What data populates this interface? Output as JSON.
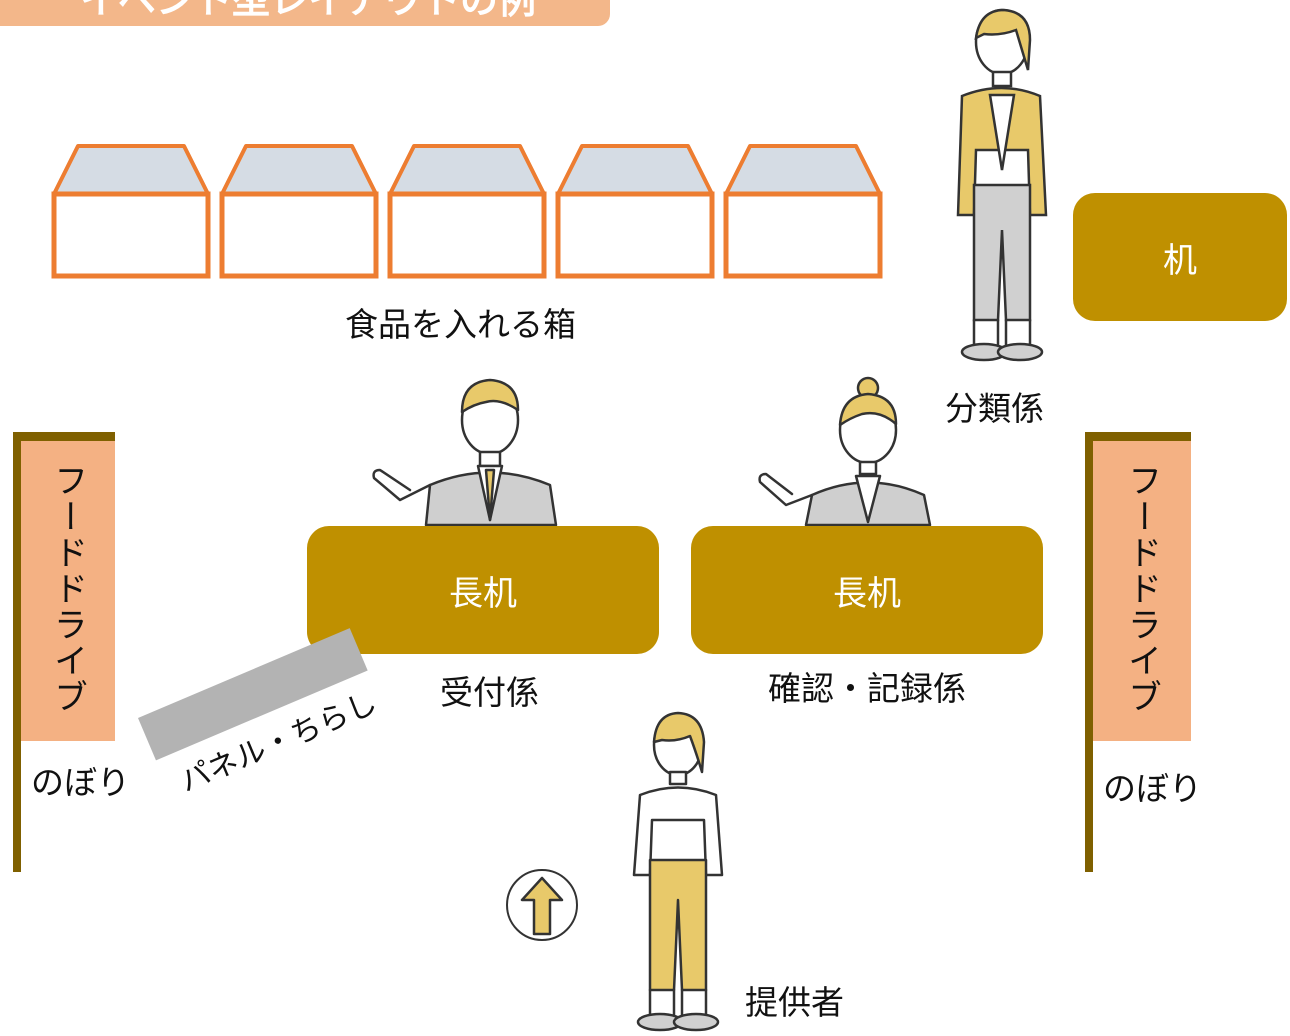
{
  "title": "イベント型レイアウトの例",
  "boxes": {
    "count": 5,
    "label": "食品を入れる箱"
  },
  "desks": {
    "small": "机",
    "left": "長机",
    "right": "長机"
  },
  "roles": {
    "sorter": "分類係",
    "reception": "受付係",
    "checker": "確認・記録係",
    "donor": "提供者"
  },
  "banners": {
    "left_text": "フードドライブ",
    "left_caption": "のぼり",
    "right_text": "フードドライブ",
    "right_caption": "のぼり"
  },
  "panel": {
    "label": "パネル・ちらし"
  },
  "colors": {
    "title_bg": "#f3b78a",
    "desk": "#bf9000",
    "box_outline": "#ed7d31",
    "box_lid": "#d5dce4",
    "banner_flag": "#f4b183",
    "banner_pole": "#7f6000",
    "panel": "#b3b3b3",
    "person_mustard": "#e8c96a",
    "suit_gray": "#cfcfcf"
  },
  "icons": [
    "up-arrow-icon",
    "person-icon"
  ]
}
